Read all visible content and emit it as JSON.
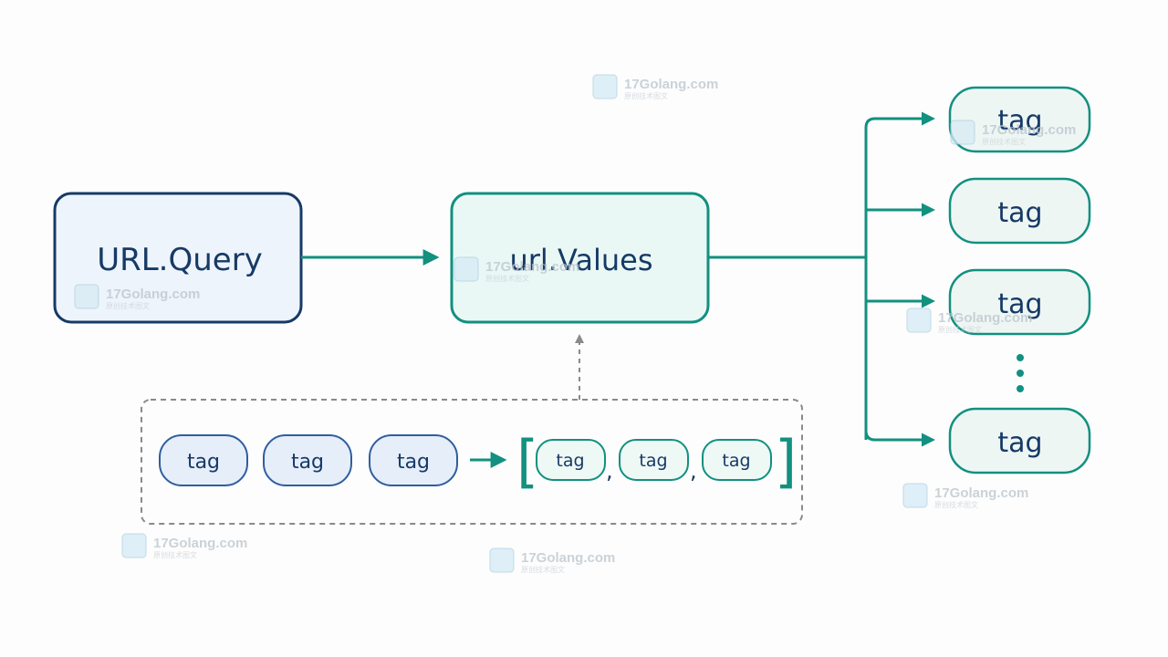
{
  "nodes": {
    "url_query": "URL.Query",
    "url_values": "url.Values",
    "out_tags": [
      "tag",
      "tag",
      "tag",
      "tag"
    ],
    "ellipsis": "⋮"
  },
  "inset": {
    "input_tags": [
      "tag",
      "tag",
      "tag"
    ],
    "list_tags": [
      "tag",
      "tag",
      "tag"
    ],
    "separators": [
      ",",
      ","
    ],
    "bracket_open": "[",
    "bracket_close": "]"
  },
  "watermark": {
    "text": "17Golang.com",
    "sub": "原创技术图文",
    "logo": "17-logo-icon"
  },
  "colors": {
    "navy": "#163a66",
    "teal": "#129080",
    "query_fill": "#eef4fc",
    "values_fill": "#eaf8f5",
    "tag_fill": "#eef6f4",
    "input_tag_fill": "#e6eefa",
    "input_tag_stroke": "#2f5e9e",
    "dashed": "#8a8a8a"
  }
}
